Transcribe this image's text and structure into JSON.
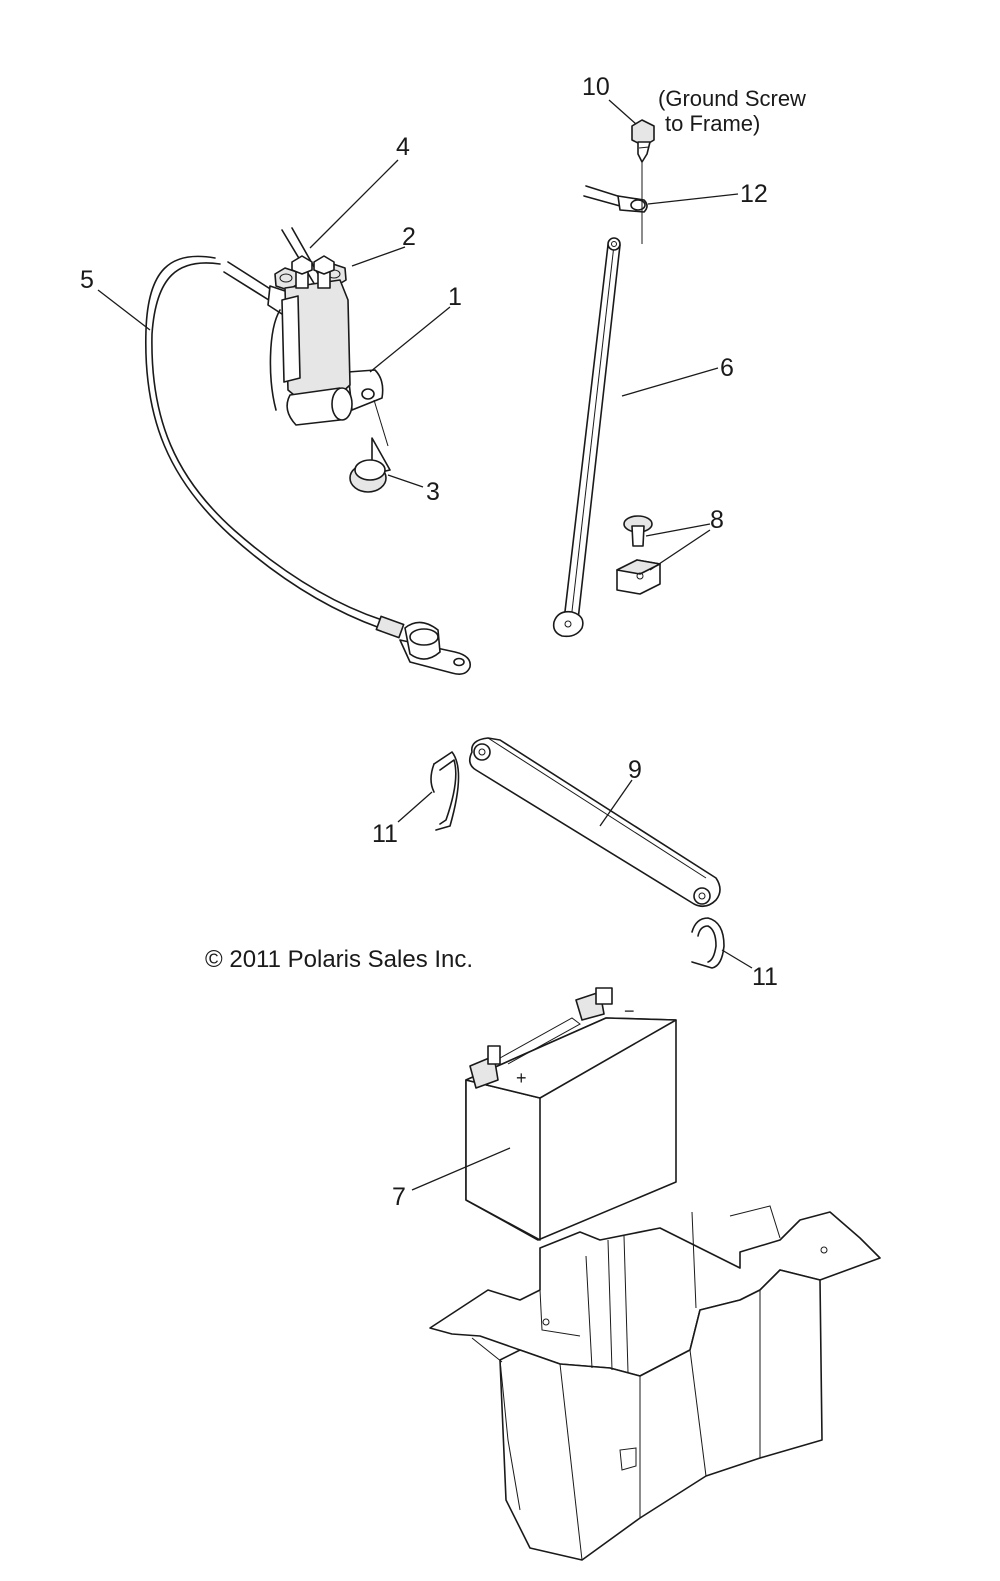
{
  "callouts": {
    "c1": "1",
    "c2": "2",
    "c3": "3",
    "c4": "4",
    "c5": "5",
    "c6": "6",
    "c7": "7",
    "c8": "8",
    "c9": "9",
    "c10": "10",
    "c11a": "11",
    "c11b": "11",
    "c12": "12"
  },
  "note": {
    "line1": "(Ground Screw",
    "line2": "to Frame)"
  },
  "copyright": "© 2011 Polaris Sales Inc.",
  "battery_terminals": {
    "positive": "+",
    "negative": "−"
  }
}
